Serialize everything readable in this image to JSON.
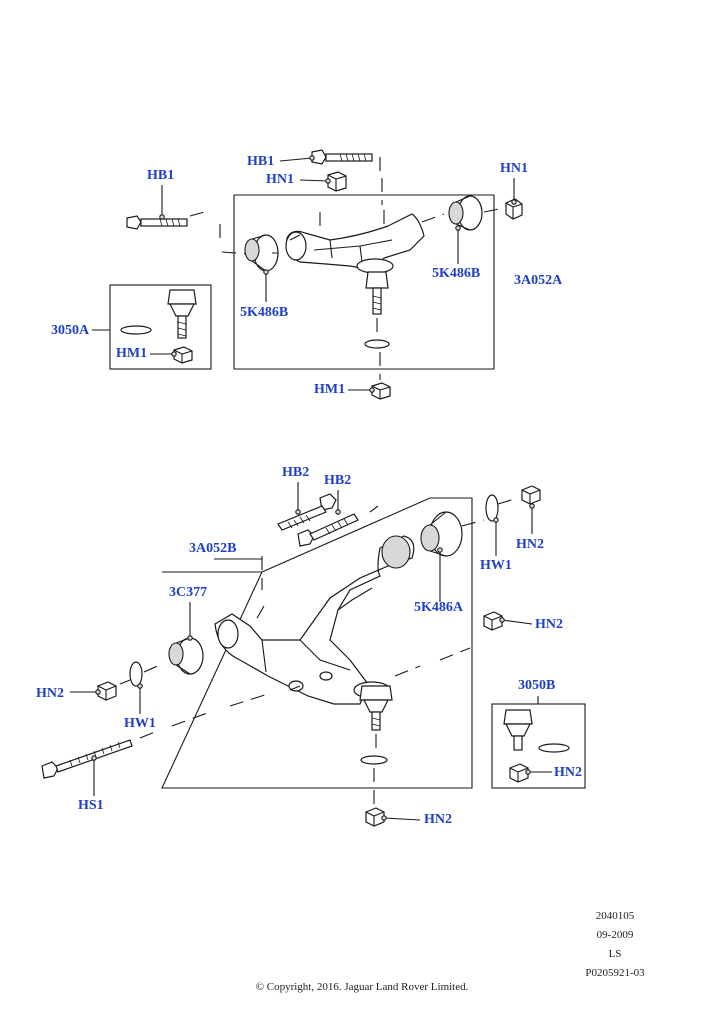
{
  "callouts": {
    "hb1_top": "HB1",
    "hn1_top": "HN1",
    "hb1_left": "HB1",
    "hn1_right": "HN1",
    "b5k486b_right": "5K486B",
    "a3a052a": "3A052A",
    "b5k486b_left": "5K486B",
    "a3050a": "3050A",
    "hm1_left": "HM1",
    "hm1_bottom": "HM1",
    "hb2_left": "HB2",
    "hb2_right": "HB2",
    "hn2_topright": "HN2",
    "a3a052b": "3A052B",
    "hw1_right": "HW1",
    "c3c377": "3C377",
    "a5k486a": "5K486A",
    "hn2_mid": "HN2",
    "hn2_left": "HN2",
    "hw1_left": "HW1",
    "b3050b": "3050B",
    "hn2_kit": "HN2",
    "hs1": "HS1",
    "hn2_bottom": "HN2"
  },
  "meta": {
    "line1": "2040105",
    "line2": "09-2009",
    "line3": "LS",
    "line4": "P0205921-03"
  },
  "copyright": "© Copyright, 2016. Jaguar Land Rover Limited.",
  "colors": {
    "callout": "#1f3fc8",
    "line": "#1a1a1a"
  }
}
